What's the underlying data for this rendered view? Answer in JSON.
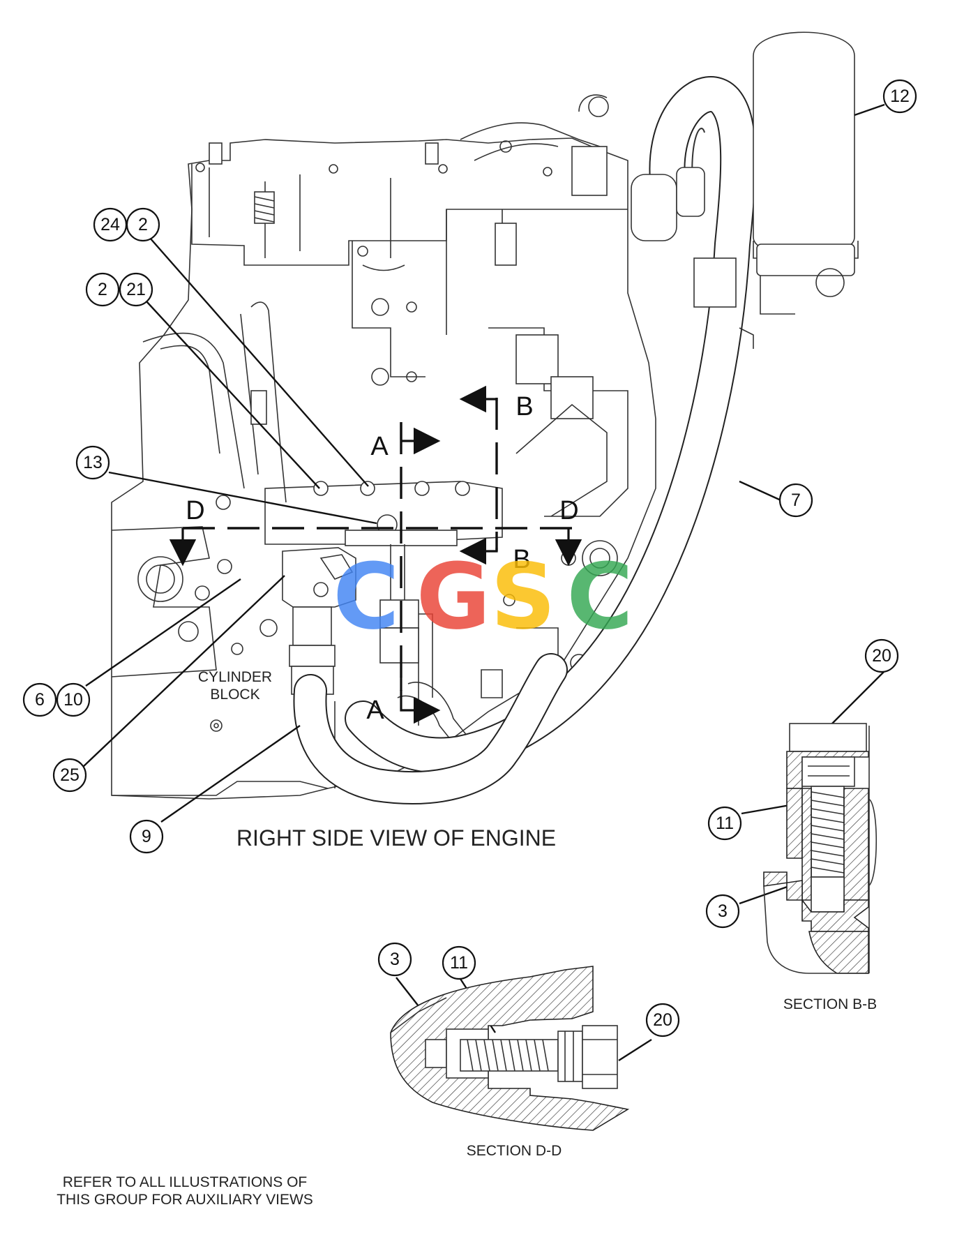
{
  "callouts": [
    {
      "id": "c12",
      "text": "12"
    },
    {
      "id": "c24",
      "text": "24"
    },
    {
      "id": "c2a",
      "text": "2"
    },
    {
      "id": "c2b",
      "text": "2"
    },
    {
      "id": "c21",
      "text": "21"
    },
    {
      "id": "c13",
      "text": "13"
    },
    {
      "id": "c7",
      "text": "7"
    },
    {
      "id": "c6",
      "text": "6"
    },
    {
      "id": "c10",
      "text": "10"
    },
    {
      "id": "c25",
      "text": "25"
    },
    {
      "id": "c9",
      "text": "9"
    },
    {
      "id": "c20a",
      "text": "20"
    },
    {
      "id": "c11a",
      "text": "11"
    },
    {
      "id": "c3a",
      "text": "3"
    },
    {
      "id": "c3b",
      "text": "3"
    },
    {
      "id": "c11b",
      "text": "11"
    },
    {
      "id": "c20b",
      "text": "20"
    }
  ],
  "section_markers": {
    "a_top": "A",
    "a_bottom": "A",
    "b_top": "B",
    "b_bottom": "B",
    "d_left": "D",
    "d_right": "D"
  },
  "labels": {
    "cylinder_block_1": "CYLINDER",
    "cylinder_block_2": "BLOCK",
    "view_title": "RIGHT SIDE VIEW OF ENGINE",
    "section_bb": "SECTION B-B",
    "section_dd": "SECTION D-D",
    "refer_1": "REFER TO ALL ILLUSTRATIONS OF",
    "refer_2": "THIS GROUP FOR AUXILIARY VIEWS"
  },
  "watermark": {
    "letters": [
      "C",
      "G",
      "S",
      "C"
    ],
    "colors": [
      "#4285F4",
      "#EA4335",
      "#FBBC05",
      "#34A853"
    ]
  }
}
